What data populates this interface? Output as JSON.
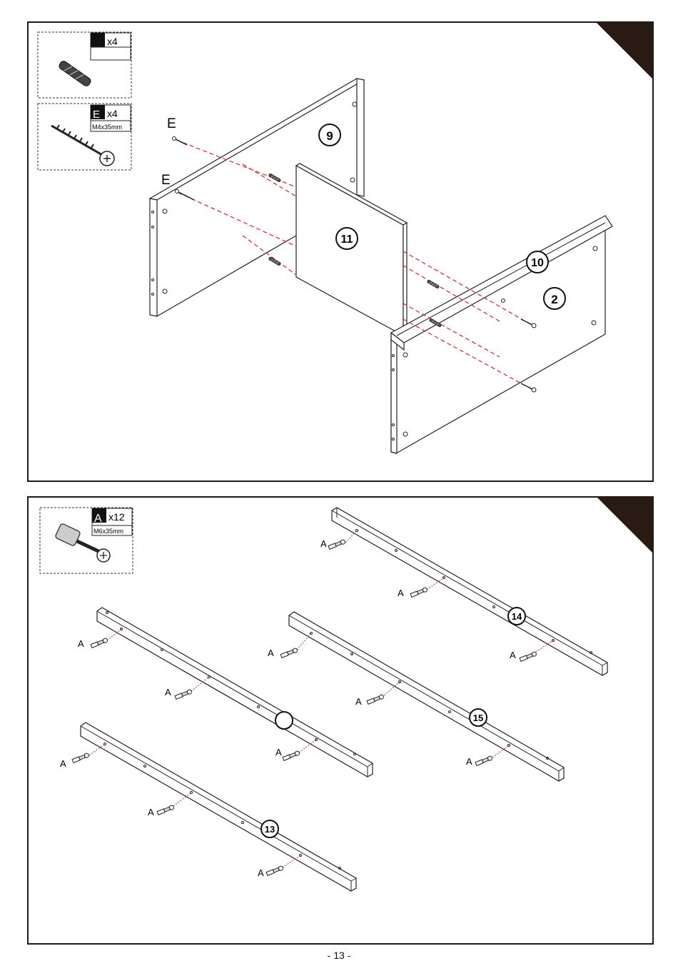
{
  "page_number": "- 13 -",
  "step_top": {
    "hardware": [
      {
        "icon": "wood-dowel-icon",
        "letter": "",
        "qty": "x4",
        "size": ""
      },
      {
        "icon": "wood-screw-icon",
        "letter": "E",
        "qty": "x4",
        "size": "M4x35mm"
      }
    ],
    "callout_labels": [
      "E",
      "E"
    ],
    "part_numbers": [
      "9",
      "11",
      "10",
      "2"
    ]
  },
  "step_bottom": {
    "hardware": [
      {
        "icon": "cam-bolt-icon",
        "letter": "A",
        "qty": "x12",
        "size": "M6x35mm"
      }
    ],
    "callout_label": "A",
    "part_numbers": [
      "14",
      "15",
      "13"
    ]
  },
  "colors": {
    "line": "#1a1a1a",
    "guide": "#e02020",
    "corner": "#2a1a14"
  }
}
